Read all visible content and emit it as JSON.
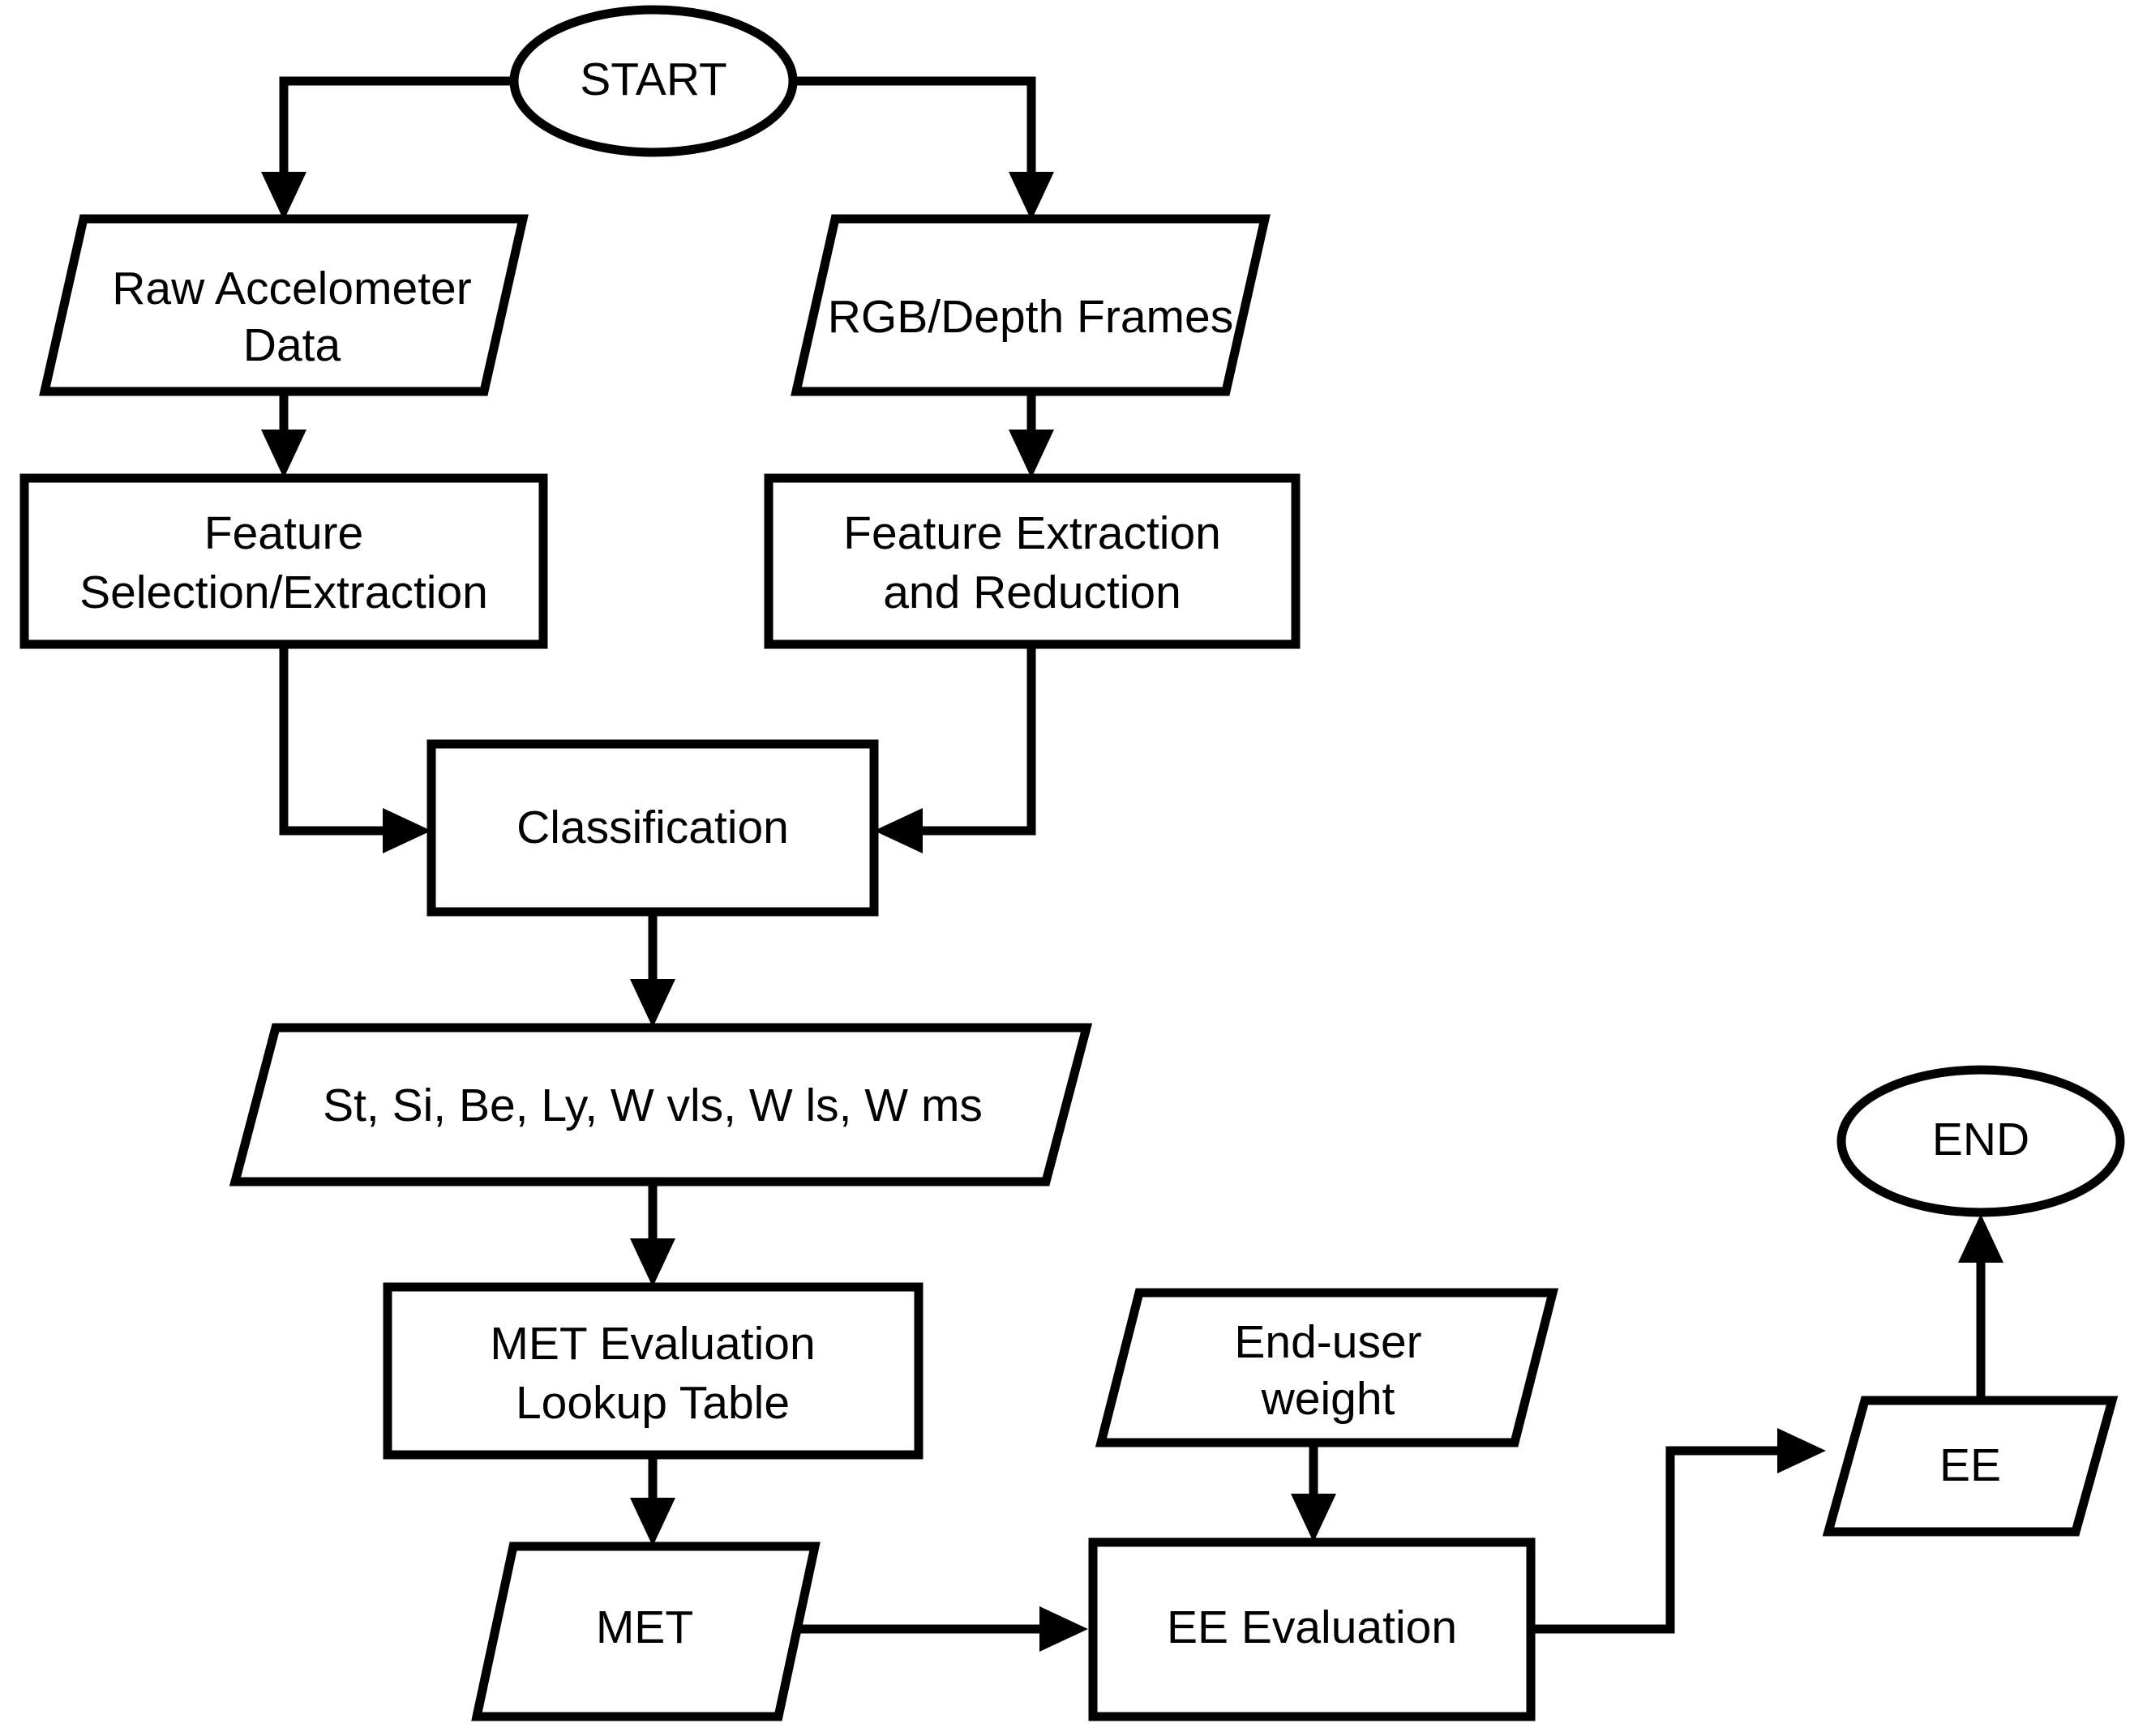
{
  "diagram": {
    "title": "Activity recognition and energy expenditure estimation flowchart",
    "background_color": "#ffffff",
    "line_color": "#000000",
    "fill_color": "#ffffff",
    "nodes": {
      "start": {
        "label": "START",
        "shape": "ellipse"
      },
      "raw_accel": {
        "label_line1": "Raw Accelometer",
        "label_line2": "Data",
        "shape": "parallelogram"
      },
      "rgb_depth": {
        "label": "RGB/Depth Frames",
        "shape": "parallelogram"
      },
      "feature_selection": {
        "label_line1": "Feature",
        "label_line2": "Selection/Extraction",
        "shape": "rectangle"
      },
      "feature_extraction": {
        "label_line1": "Feature Extraction",
        "label_line2": "and Reduction",
        "shape": "rectangle"
      },
      "classification": {
        "label": "Classification",
        "shape": "rectangle"
      },
      "activities": {
        "label": "St, Si, Be, Ly, W vls, W ls, W ms",
        "shape": "parallelogram"
      },
      "met_lookup": {
        "label_line1": "MET Evaluation",
        "label_line2": "Lookup Table",
        "shape": "rectangle"
      },
      "met": {
        "label": "MET",
        "shape": "parallelogram"
      },
      "end_user_weight": {
        "label_line1": "End-user",
        "label_line2": "weight",
        "shape": "parallelogram"
      },
      "ee_evaluation": {
        "label": "EE Evaluation",
        "shape": "rectangle"
      },
      "ee": {
        "label": "EE",
        "shape": "parallelogram"
      },
      "end": {
        "label": "END",
        "shape": "ellipse"
      }
    },
    "edges": [
      {
        "from": "start",
        "to": "raw_accel"
      },
      {
        "from": "start",
        "to": "rgb_depth"
      },
      {
        "from": "raw_accel",
        "to": "feature_selection"
      },
      {
        "from": "rgb_depth",
        "to": "feature_extraction"
      },
      {
        "from": "feature_selection",
        "to": "classification"
      },
      {
        "from": "feature_extraction",
        "to": "classification"
      },
      {
        "from": "classification",
        "to": "activities"
      },
      {
        "from": "activities",
        "to": "met_lookup"
      },
      {
        "from": "met_lookup",
        "to": "met"
      },
      {
        "from": "met",
        "to": "ee_evaluation"
      },
      {
        "from": "end_user_weight",
        "to": "ee_evaluation"
      },
      {
        "from": "ee_evaluation",
        "to": "ee"
      },
      {
        "from": "ee",
        "to": "end"
      }
    ]
  }
}
